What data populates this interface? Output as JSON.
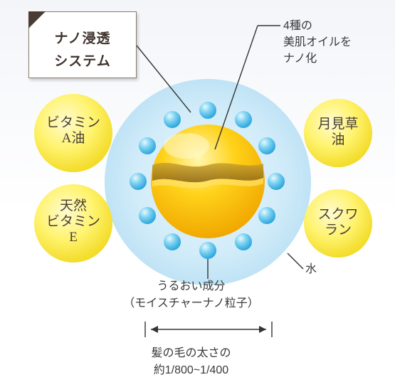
{
  "title": {
    "line1": "ナノ浸透",
    "line2": "システム"
  },
  "oil_callout": {
    "line1": "4種の",
    "line2": "美肌オイルを",
    "line3": "ナノ化"
  },
  "vitamins": {
    "left_top": {
      "line1": "ビタミン",
      "line2": "A油"
    },
    "left_bottom": {
      "line1": "天然",
      "line2": "ビタミン",
      "line3": "E"
    },
    "right_top": {
      "line1": "月見草",
      "line2": "油"
    },
    "right_bottom": {
      "line1": "スクワ",
      "line2": "ラン"
    }
  },
  "water_label": "水",
  "moisture": {
    "line1": "うるおい成分",
    "line2": "（モイスチャーナノ粒子）"
  },
  "scale": {
    "line1": "髪の毛の太さの",
    "line2": "約1/800~1/400"
  },
  "colors": {
    "outer_circle": "#cfe9f7",
    "oil_core": "#f7c600",
    "vitamin_ball": "#fff06a",
    "droplet": "#5bc3ec"
  }
}
